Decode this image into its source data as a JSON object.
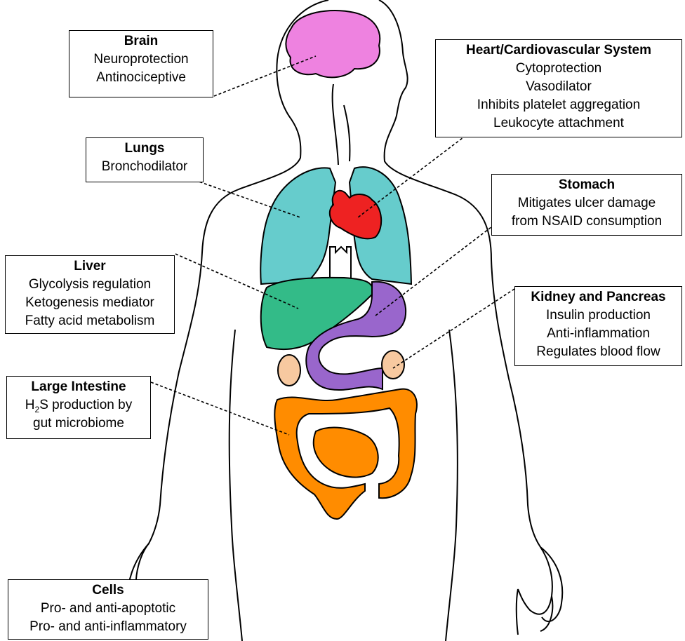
{
  "labels": {
    "brain": {
      "title": "Brain",
      "lines": [
        "Neuroprotection",
        "Antinociceptive"
      ]
    },
    "heart": {
      "title": "Heart/Cardiovascular System",
      "lines": [
        "Cytoprotection",
        "Vasodilator",
        "Inhibits platelet aggregation",
        "Leukocyte attachment"
      ]
    },
    "lungs": {
      "title": "Lungs",
      "lines": [
        "Bronchodilator"
      ]
    },
    "stomach": {
      "title": "Stomach",
      "lines": [
        "Mitigates ulcer damage",
        "from NSAID consumption"
      ]
    },
    "liver": {
      "title": "Liver",
      "lines": [
        "Glycolysis regulation",
        "Ketogenesis mediator",
        "Fatty acid metabolism"
      ]
    },
    "kidney": {
      "title": "Kidney and Pancreas",
      "lines": [
        "Insulin production",
        "Anti-inflammation",
        "Regulates blood flow"
      ]
    },
    "intestine": {
      "title": "Large Intestine",
      "h2s_prefix": "H",
      "h2s_sub": "2",
      "h2s_suffix": "S production by",
      "line2": "gut microbiome"
    },
    "cells": {
      "title": "Cells",
      "lines": [
        "Pro- and anti-apoptotic",
        "Pro- and anti-inflammatory"
      ]
    }
  },
  "colors": {
    "brain": "#ee82e0",
    "lungs": "#66cccc",
    "heart": "#ee2222",
    "liver": "#33bb88",
    "stomach": "#9966cc",
    "kidney": "#f7c9a0",
    "intestine": "#ff8c00",
    "outline": "#000000"
  }
}
